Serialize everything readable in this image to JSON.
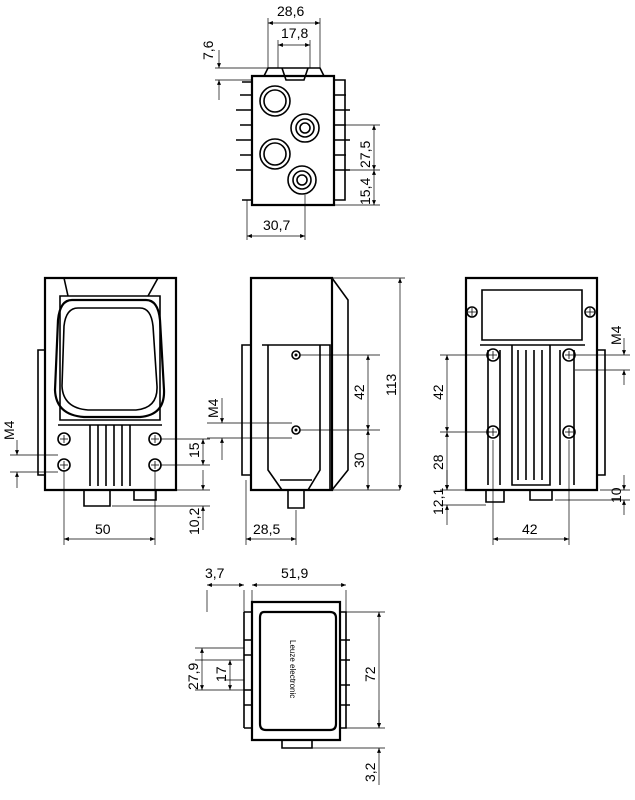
{
  "dimensions": {
    "top_width_outer": "28,6",
    "top_width_inner": "17,8",
    "top_height_left": "7,6",
    "top_right_upper": "27,5",
    "top_right_lower": "15,4",
    "top_bottom_width": "30,7",
    "front_m4": "M4",
    "front_right_15": "15",
    "front_bottom_50": "50",
    "front_bottom_10_2": "10,2",
    "side_m4": "M4",
    "side_42": "42",
    "side_30": "30",
    "side_113": "113",
    "side_bottom_28_5": "28,5",
    "back_m4": "M4",
    "back_42": "42",
    "back_28": "28",
    "back_12_1": "12,1",
    "back_10": "10",
    "back_bottom_42": "42",
    "bottom_3_7": "3,7",
    "bottom_51_9": "51,9",
    "bottom_27_9": "27,9",
    "bottom_17": "17",
    "bottom_72": "72",
    "bottom_3_2": "3,2"
  },
  "logo_text": "Leuze electronic"
}
